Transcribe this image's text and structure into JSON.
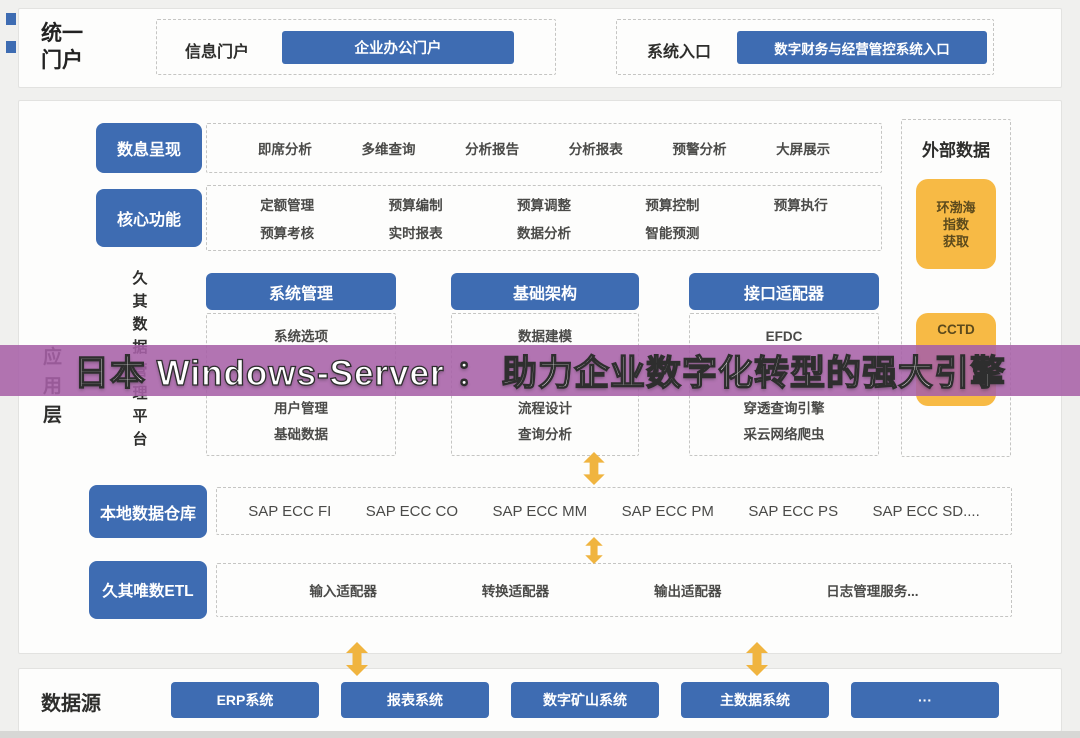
{
  "banner": {
    "text": "日本 Windows-Server ： 助力企业数字化转型的强大引擎"
  },
  "portal": {
    "title": "统一\n门户",
    "info_label": "信息门户",
    "info_button": "企业办公门户",
    "entry_label": "系统入口",
    "entry_button": "数字财务与经营管控系统入口"
  },
  "app": {
    "layer_label": "应\n用\n层",
    "present": {
      "header": "数息呈现",
      "items": [
        "即席分析",
        "多维查询",
        "分析报告",
        "分析报表",
        "预警分析",
        "大屏展示"
      ]
    },
    "core": {
      "header": "核心功能",
      "row1": [
        "定额管理",
        "预算编制",
        "预算调整",
        "预算控制",
        "预算执行"
      ],
      "row2": [
        "预算考核",
        "实时报表",
        "数据分析",
        "智能预测"
      ]
    },
    "platform": {
      "title": "久\n其\n数\n据\n管\n理\n平\n台",
      "columns": [
        {
          "header": "系统管理",
          "items": [
            "系统选项",
            "用户管理",
            "基础数据"
          ]
        },
        {
          "header": "基础架构",
          "items": [
            "数据建模",
            "流程设计",
            "查询分析"
          ]
        },
        {
          "header": "接口适配器",
          "items": [
            "EFDC",
            "穿透查询引擎",
            "采云网络爬虫"
          ]
        }
      ]
    },
    "warehouse": {
      "header": "本地数据仓库",
      "items": [
        "SAP ECC FI",
        "SAP ECC CO",
        "SAP ECC MM",
        "SAP ECC PM",
        "SAP ECC PS",
        "SAP ECC SD...."
      ]
    },
    "etl": {
      "header": "久其唯数ETL",
      "items": [
        "输入适配器",
        "转换适配器",
        "输出适配器",
        "日志管理服务..."
      ]
    }
  },
  "external": {
    "title": "外部数据",
    "box1": "环渤海\n指数\n获取",
    "box2": "CCTD"
  },
  "datasource": {
    "title": "数据源",
    "buttons": [
      "ERP系统",
      "报表系统",
      "数字矿山系统",
      "主数据系统",
      "···"
    ]
  },
  "colors": {
    "blue": "#3e6cb2",
    "orange": "#f7ba45",
    "arrow": "#f0b43f",
    "banner_bg": "#a761a7"
  }
}
